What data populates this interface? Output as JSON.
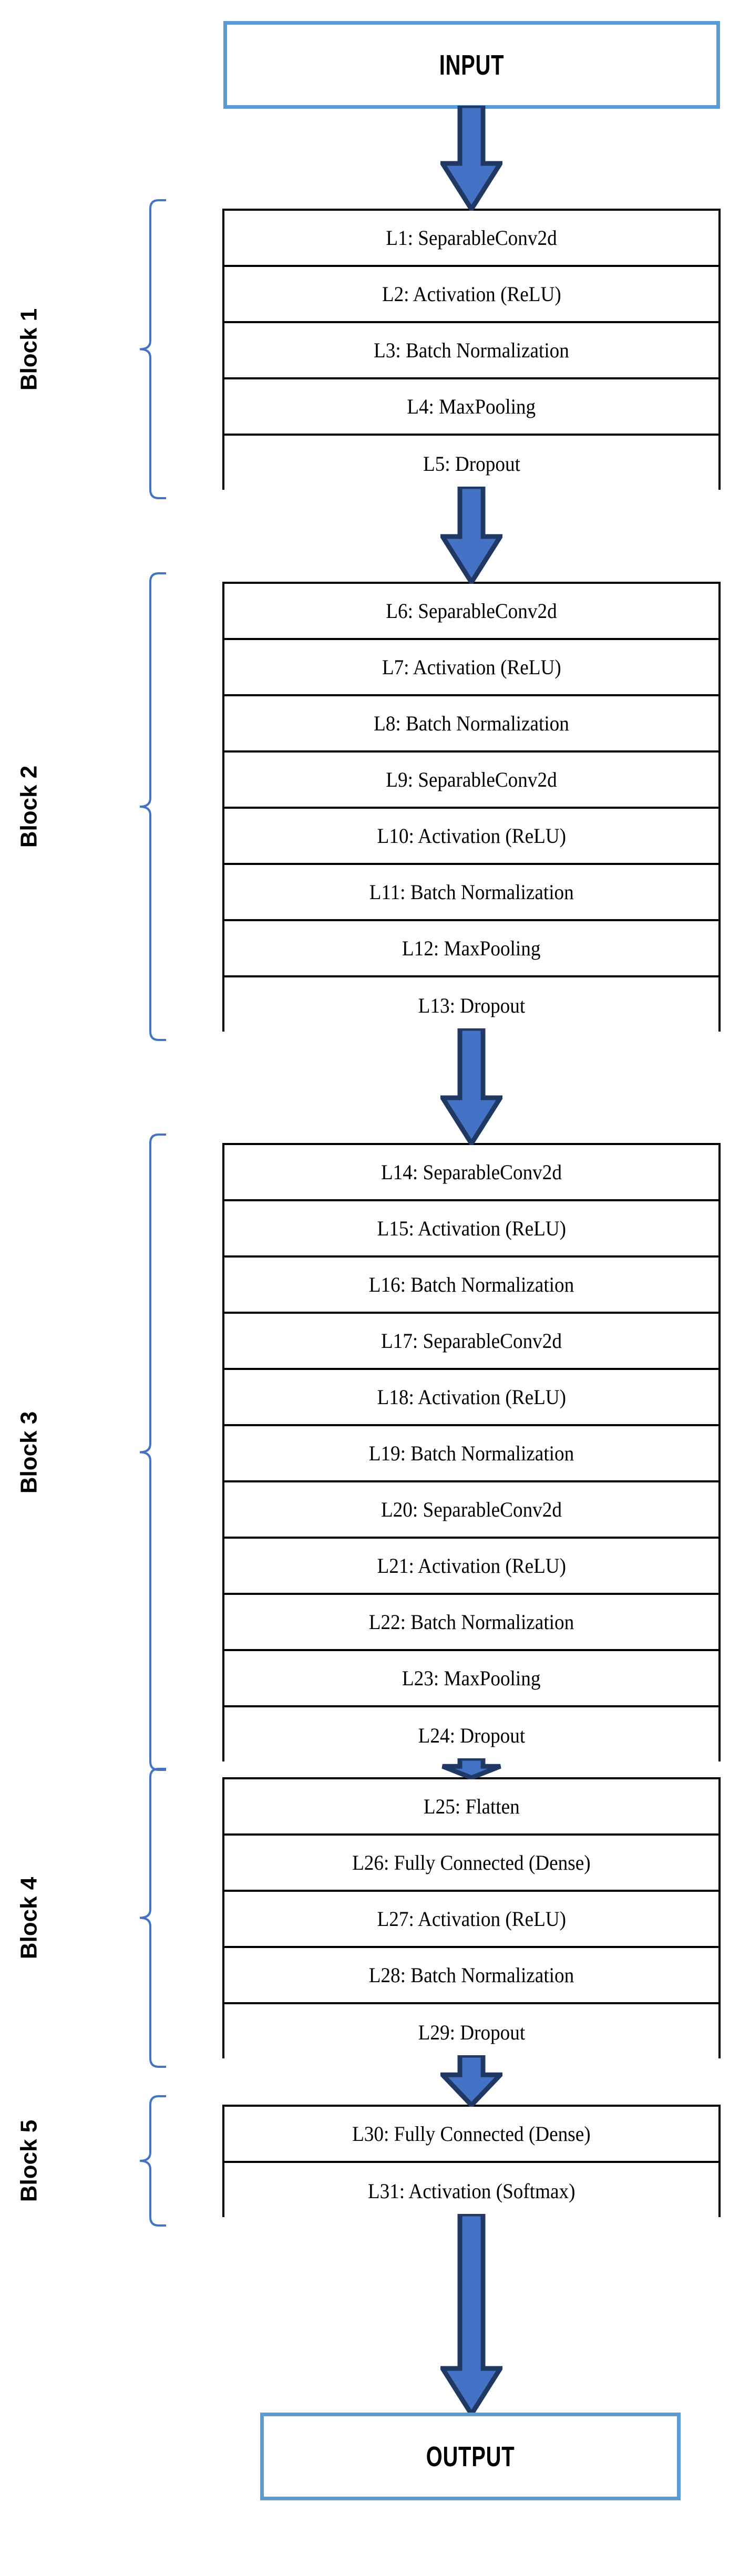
{
  "diagram": {
    "title": "CNN Architecture Block Diagram",
    "colors": {
      "terminal_border": "#5B9BD5",
      "arrow_fill": "#4472C4",
      "arrow_outline": "#1F3864",
      "brace_stroke": "#4472C4",
      "box_border": "#000000",
      "text": "#000000",
      "background": "#FFFFFF"
    },
    "input": {
      "label": "INPUT"
    },
    "output": {
      "label": "OUTPUT"
    },
    "blocks": [
      {
        "id": "block-1",
        "label": "Block 1",
        "layers": [
          "L1: SeparableConv2d",
          "L2: Activation (ReLU)",
          "L3: Batch Normalization",
          "L4:  MaxPooling",
          "L5: Dropout"
        ]
      },
      {
        "id": "block-2",
        "label": "Block 2",
        "layers": [
          "L6: SeparableConv2d",
          "L7: Activation (ReLU)",
          "L8: Batch Normalization",
          "L9: SeparableConv2d",
          "L10: Activation (ReLU)",
          "L11:  Batch Normalization",
          "L12:  MaxPooling",
          "L13: Dropout"
        ]
      },
      {
        "id": "block-3",
        "label": "Block 3",
        "layers": [
          "L14: SeparableConv2d",
          "L15: Activation (ReLU)",
          "L16: Batch Normalization",
          "L17: SeparableConv2d",
          "L18: Activation (ReLU)",
          "L19: Batch Normalization",
          "L20: SeparableConv2d",
          "L21: Activation (ReLU)",
          "L22: Batch Normalization",
          "L23:  MaxPooling",
          "L24: Dropout"
        ]
      },
      {
        "id": "block-4",
        "label": "Block 4",
        "layers": [
          "L25: Flatten",
          "L26: Fully Connected (Dense)",
          "L27: Activation (ReLU)",
          "L28: Batch Normalization",
          "L29: Dropout"
        ]
      },
      {
        "id": "block-5",
        "label": "Block 5",
        "layers": [
          "L30: Fully Connected (Dense)",
          "L31: Activation (Softmax)"
        ]
      }
    ],
    "connectors": [
      {
        "id": "arrow-input-to-block1",
        "icon": "down-arrow-icon",
        "from": "INPUT",
        "to": "Block 1"
      },
      {
        "id": "arrow-block1-to-block2",
        "icon": "down-arrow-icon",
        "from": "Block 1",
        "to": "Block 2"
      },
      {
        "id": "arrow-block2-to-block3",
        "icon": "down-arrow-icon",
        "from": "Block 2",
        "to": "Block 3"
      },
      {
        "id": "arrow-block3-to-block4",
        "icon": "down-arrow-icon",
        "from": "Block 3",
        "to": "Block 4"
      },
      {
        "id": "arrow-block4-to-block5",
        "icon": "down-arrow-icon",
        "from": "Block 4",
        "to": "Block 5"
      },
      {
        "id": "arrow-block5-to-output",
        "icon": "down-arrow-icon",
        "from": "Block 5",
        "to": "OUTPUT"
      }
    ]
  }
}
